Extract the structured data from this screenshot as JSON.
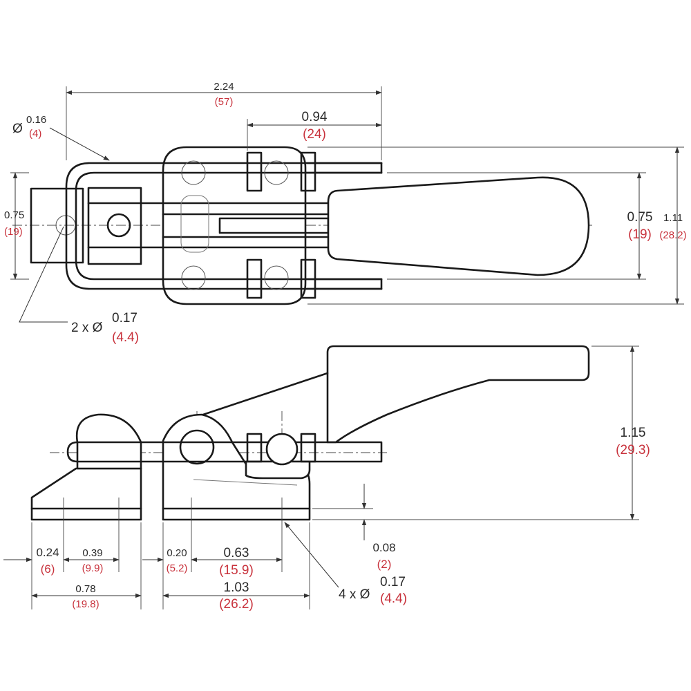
{
  "colors": {
    "line": "#1a1a1a",
    "inch_text": "#2a2a2a",
    "metric_text": "#c8323c",
    "background": "#ffffff"
  },
  "top_view": {
    "overall_length": {
      "in": "2.24",
      "mm": "(57)"
    },
    "handle_travel": {
      "in": "0.94",
      "mm": "(24)"
    },
    "loop_wire_dia": {
      "prefix": "Ø",
      "in": "0.16",
      "mm": "(4)"
    },
    "left_width": {
      "in": "0.75",
      "mm": "(19)"
    },
    "right_width": {
      "in": "0.75",
      "mm": "(19)"
    },
    "overall_width": {
      "in": "1.11",
      "mm": "(28.2)"
    },
    "keeper_holes": {
      "prefix": "2 x Ø",
      "in": "0.17",
      "mm": "(4.4)"
    }
  },
  "side_view": {
    "height": {
      "in": "1.15",
      "mm": "(29.3)"
    },
    "base_thickness": {
      "in": "0.08",
      "mm": "(2)"
    },
    "base_holes": {
      "prefix": "4 x Ø",
      "in": "0.17",
      "mm": "(4.4)"
    },
    "keeper_edge_to_hole": {
      "in": "0.24",
      "mm": "(6)"
    },
    "keeper_hole_spacing": {
      "in": "0.39",
      "mm": "(9.9)"
    },
    "keeper_length": {
      "in": "0.78",
      "mm": "(19.8)"
    },
    "base_edge_to_hole": {
      "in": "0.20",
      "mm": "(5.2)"
    },
    "base_hole_spacing": {
      "in": "0.63",
      "mm": "(15.9)"
    },
    "base_length": {
      "in": "1.03",
      "mm": "(26.2)"
    }
  }
}
